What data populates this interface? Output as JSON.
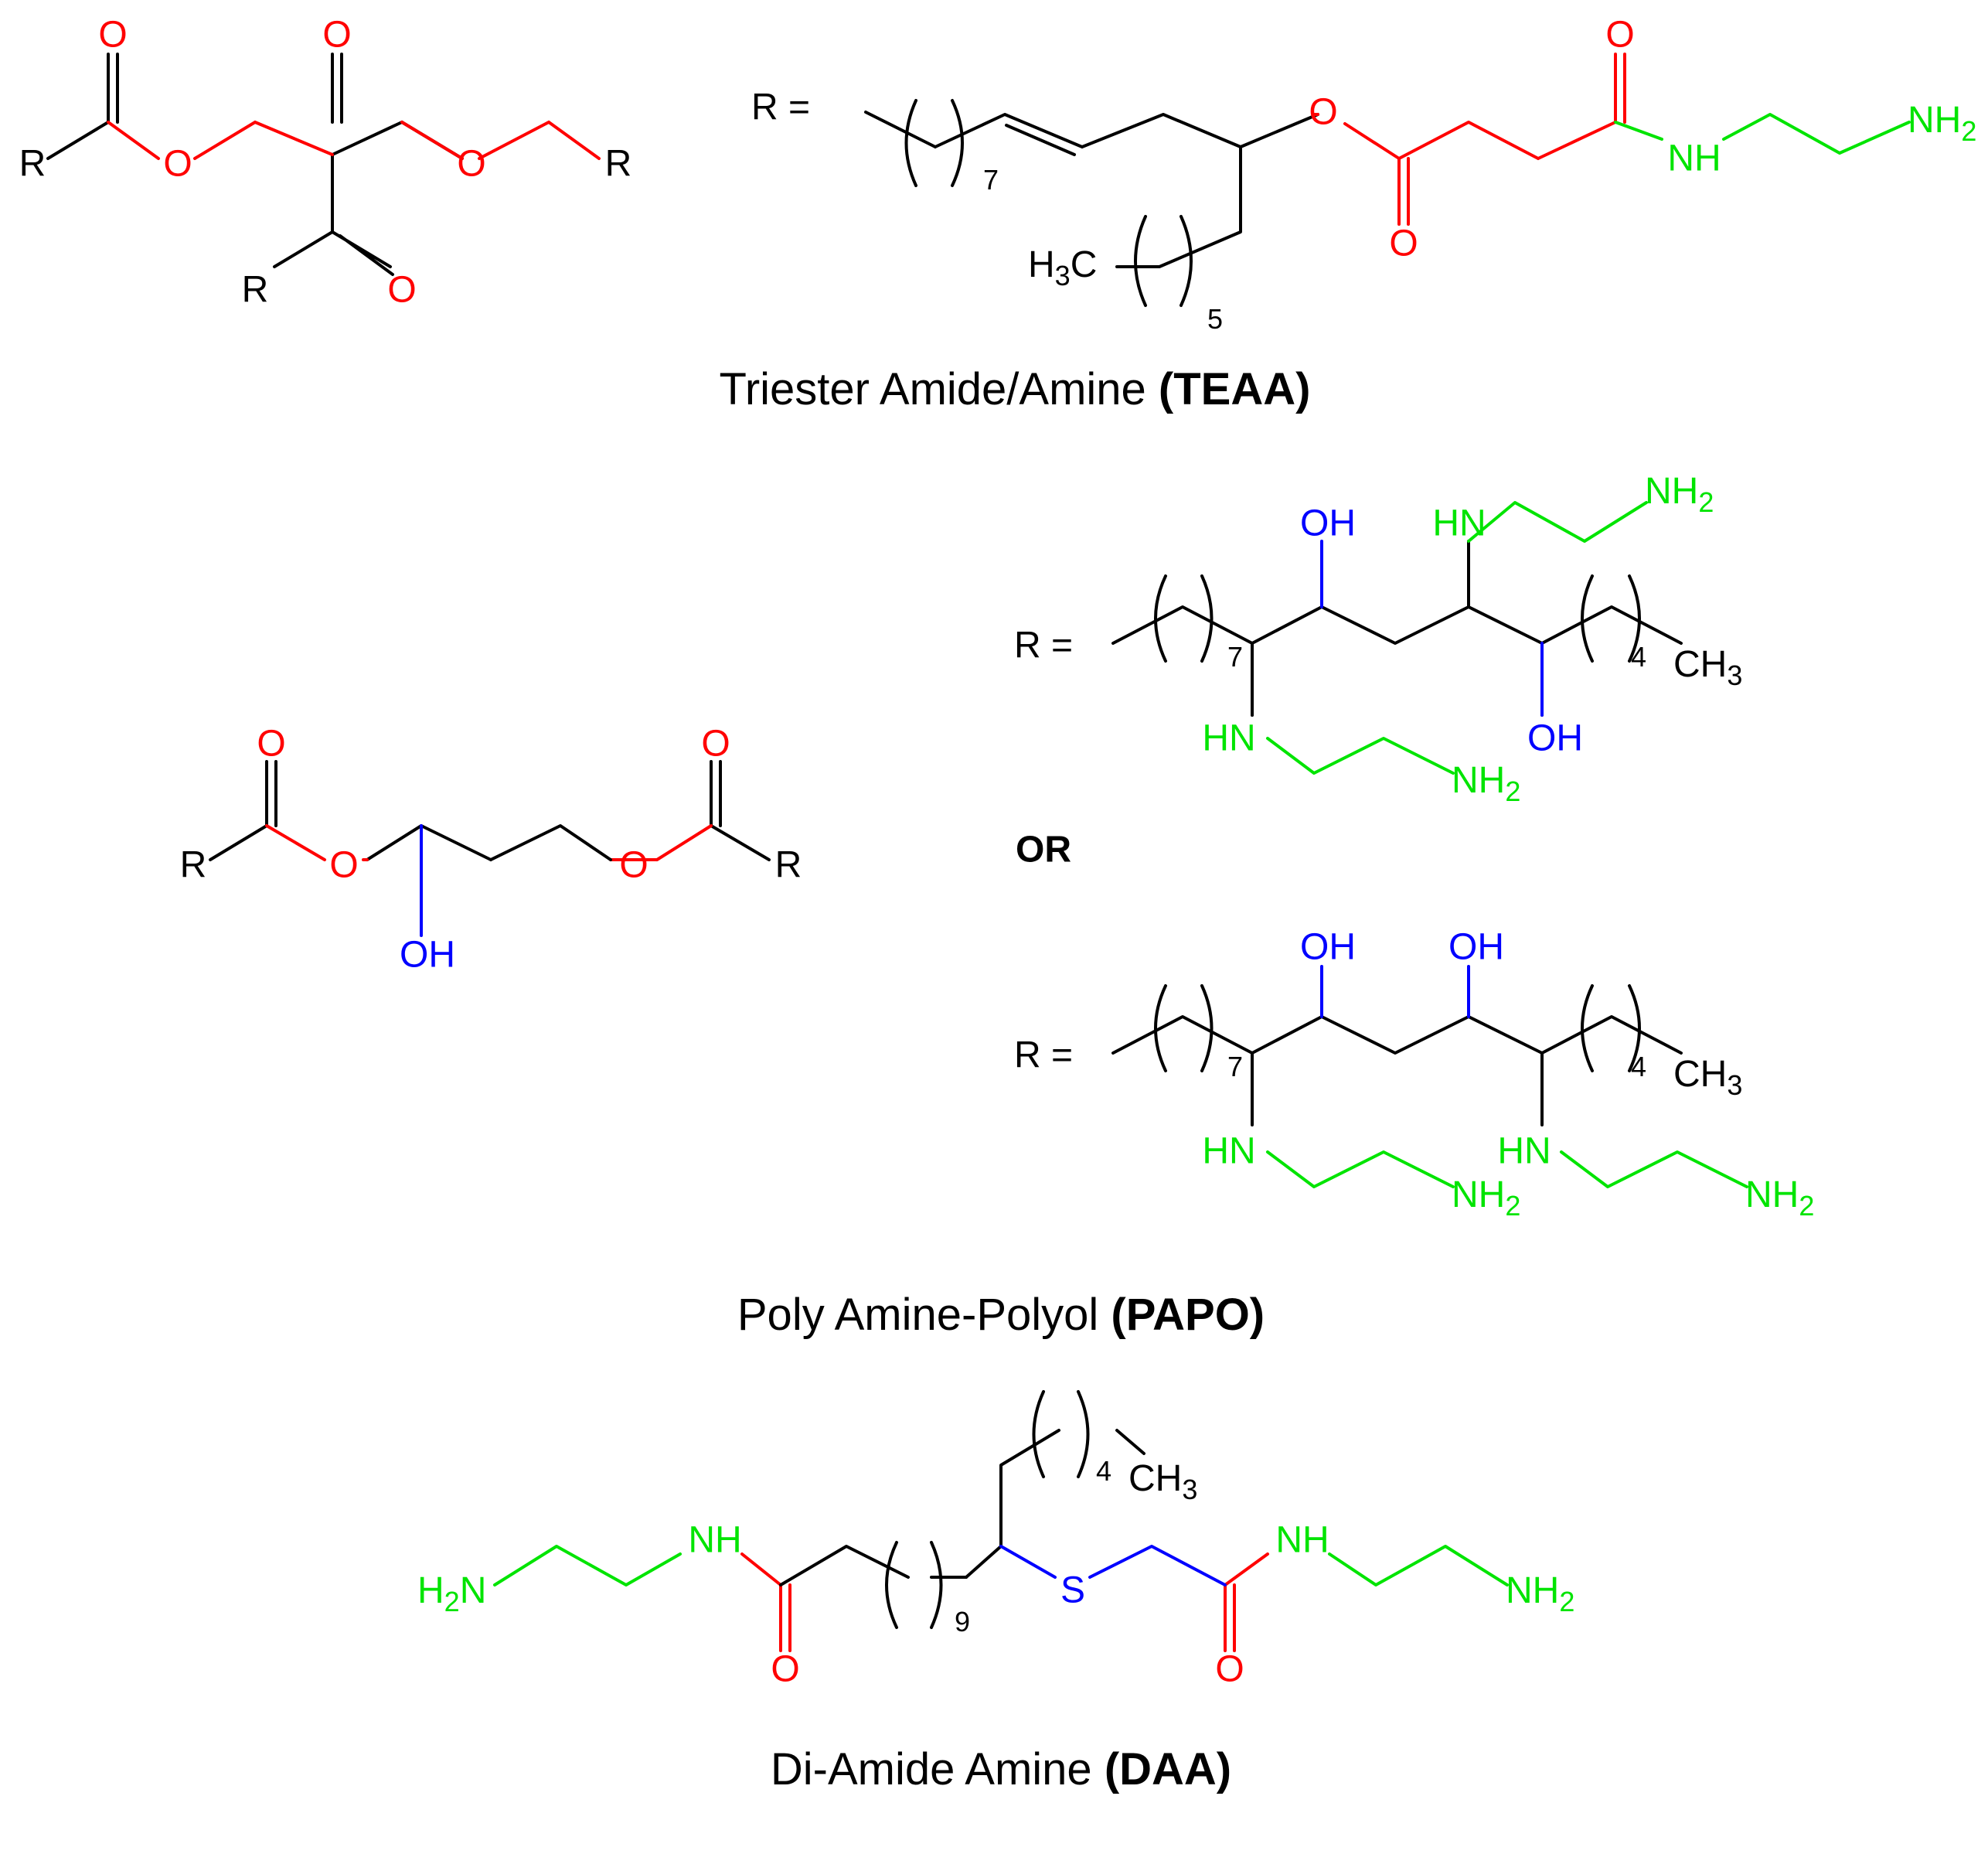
{
  "colors": {
    "carbon": "#000000",
    "ester_oxygen": "#ff0000",
    "amine_nitrogen": "#00e400",
    "hydroxyl_sulfur": "#0000ff"
  },
  "labels": {
    "r": "R",
    "r_eq_spaced": "R  =",
    "r_eq": "R =",
    "o": "O",
    "oh": "OH",
    "hn": "HN",
    "nh": "NH",
    "nh2_base": "NH",
    "h2n_prefix": "H",
    "n": "N",
    "sub2": "2",
    "sub3": "3",
    "h3c_h": "H",
    "h3c_c": "C",
    "ch3_base": "CH",
    "s": "S",
    "rep7": "7",
    "rep5": "5",
    "rep4": "4",
    "rep9": "9",
    "or": "OR"
  },
  "captions": {
    "teaa": {
      "name": "Triester Amide/Amine ",
      "abbr": "(TEAA)"
    },
    "papo": {
      "name": "Poly Amine-Polyol ",
      "abbr": "(PAPO)"
    },
    "daa": {
      "name": "Di-Amide Amine ",
      "abbr": "(DAA)"
    }
  }
}
